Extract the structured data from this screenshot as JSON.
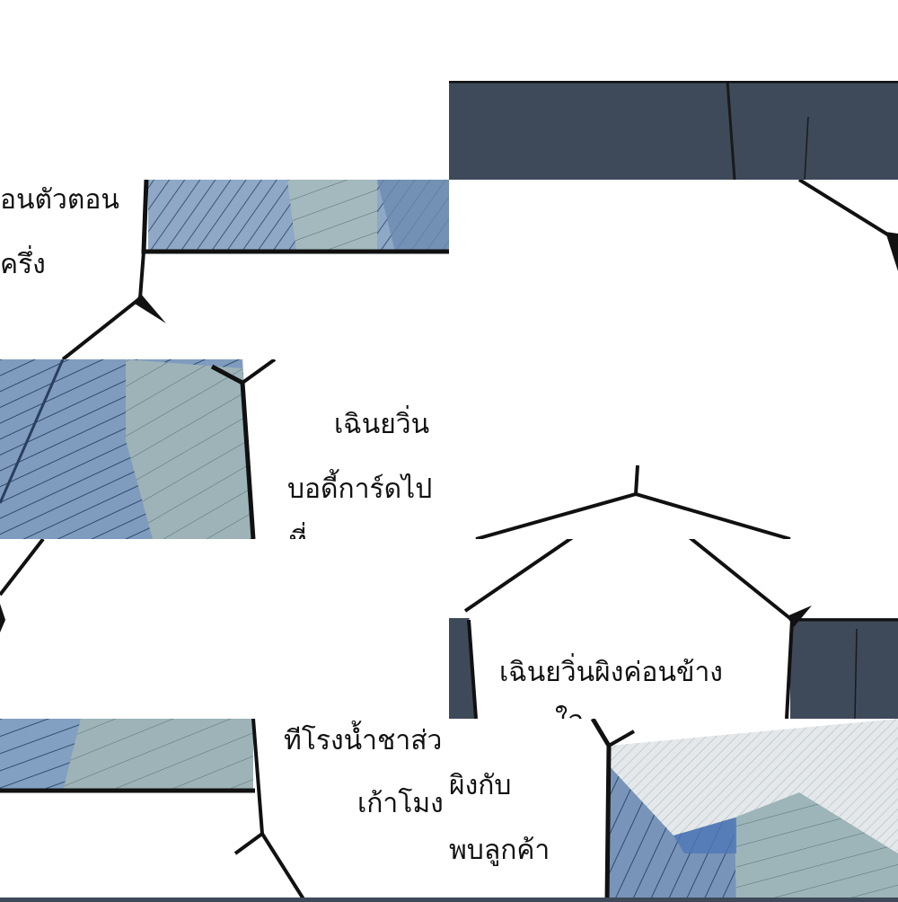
{
  "colors": {
    "ink": "#111111",
    "dark_panel": "#3e4a5a",
    "building_blue": "#7f9cbf",
    "building_teal": "#9fb6b9",
    "paper": "#ffffff"
  },
  "panel_top_left": {
    "line_1": "อนตัวตอน",
    "line_2": "ครึ่ง"
  },
  "panel_mid_left": {
    "line_1": "เฉินยวิ่น",
    "line_2": "บอดี้การ์ดไป",
    "line_3_partial": "ที่"
  },
  "panel_mid_right": {
    "line_1": "เฉินยวิ่นผิงค่อนข้าง",
    "line_2_partial": "ใจ"
  },
  "panel_bottom_left": {
    "line_1": "ทีโรงน้ำชาส่ว",
    "line_2": "เก้าโมง"
  },
  "panel_bottom_mid": {
    "line_1": "ผิงกับ",
    "line_2": "พบลูกค้า"
  }
}
